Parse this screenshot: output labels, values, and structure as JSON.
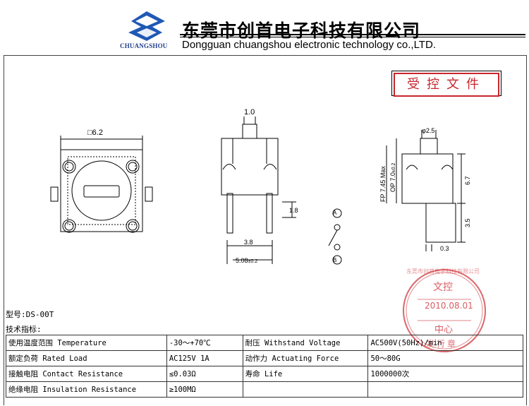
{
  "header": {
    "company_cn": "东莞市创首电子科技有限公司",
    "company_en": "Dongguan chuangshou electronic technology co.,LTD.",
    "logo_word": "CHUANGSHOU"
  },
  "controlled_doc_label": "受控文件",
  "drawing_labels": {
    "square_size": "6.2",
    "stem_width": "1.0",
    "fp_label": "FP 7.45 Max",
    "op_label": "OP 7.0",
    "op_tol": "±0.2",
    "height_1_8": "1.8",
    "width_3_8": "3.8",
    "width_5_08": "5.08",
    "width_5_08_tol": "±0.2",
    "dia_label": "φ2.5",
    "dim_6_7": "6.7",
    "dim_3_5": "3.5",
    "dim_0_3": "0.3",
    "circuit_a": "A",
    "circuit_b": "B"
  },
  "stamp": {
    "ring_text": "东莞市创首电子科技有限公司",
    "dept": "文控",
    "date": "2010.08.01",
    "center": "中心",
    "bottom": "发行章"
  },
  "model_line": "型号:DS-00T",
  "tech_title": "技术指标:",
  "spec_table": [
    [
      "使用温度范围 Temperature",
      "-30～+70℃",
      "耐压 Withstand Voltage",
      "AC500V(50Hz)/min"
    ],
    [
      "额定负荷 Rated Load",
      "AC125V 1A",
      "动作力 Actuating Force",
      "50～80G"
    ],
    [
      "接触电阻 Contact Resistance",
      "≤0.03Ω",
      "寿命 Life",
      "1000000次"
    ],
    [
      "绝缘电阻 Insulation Resistance",
      "≥100MΩ",
      "",
      ""
    ]
  ]
}
